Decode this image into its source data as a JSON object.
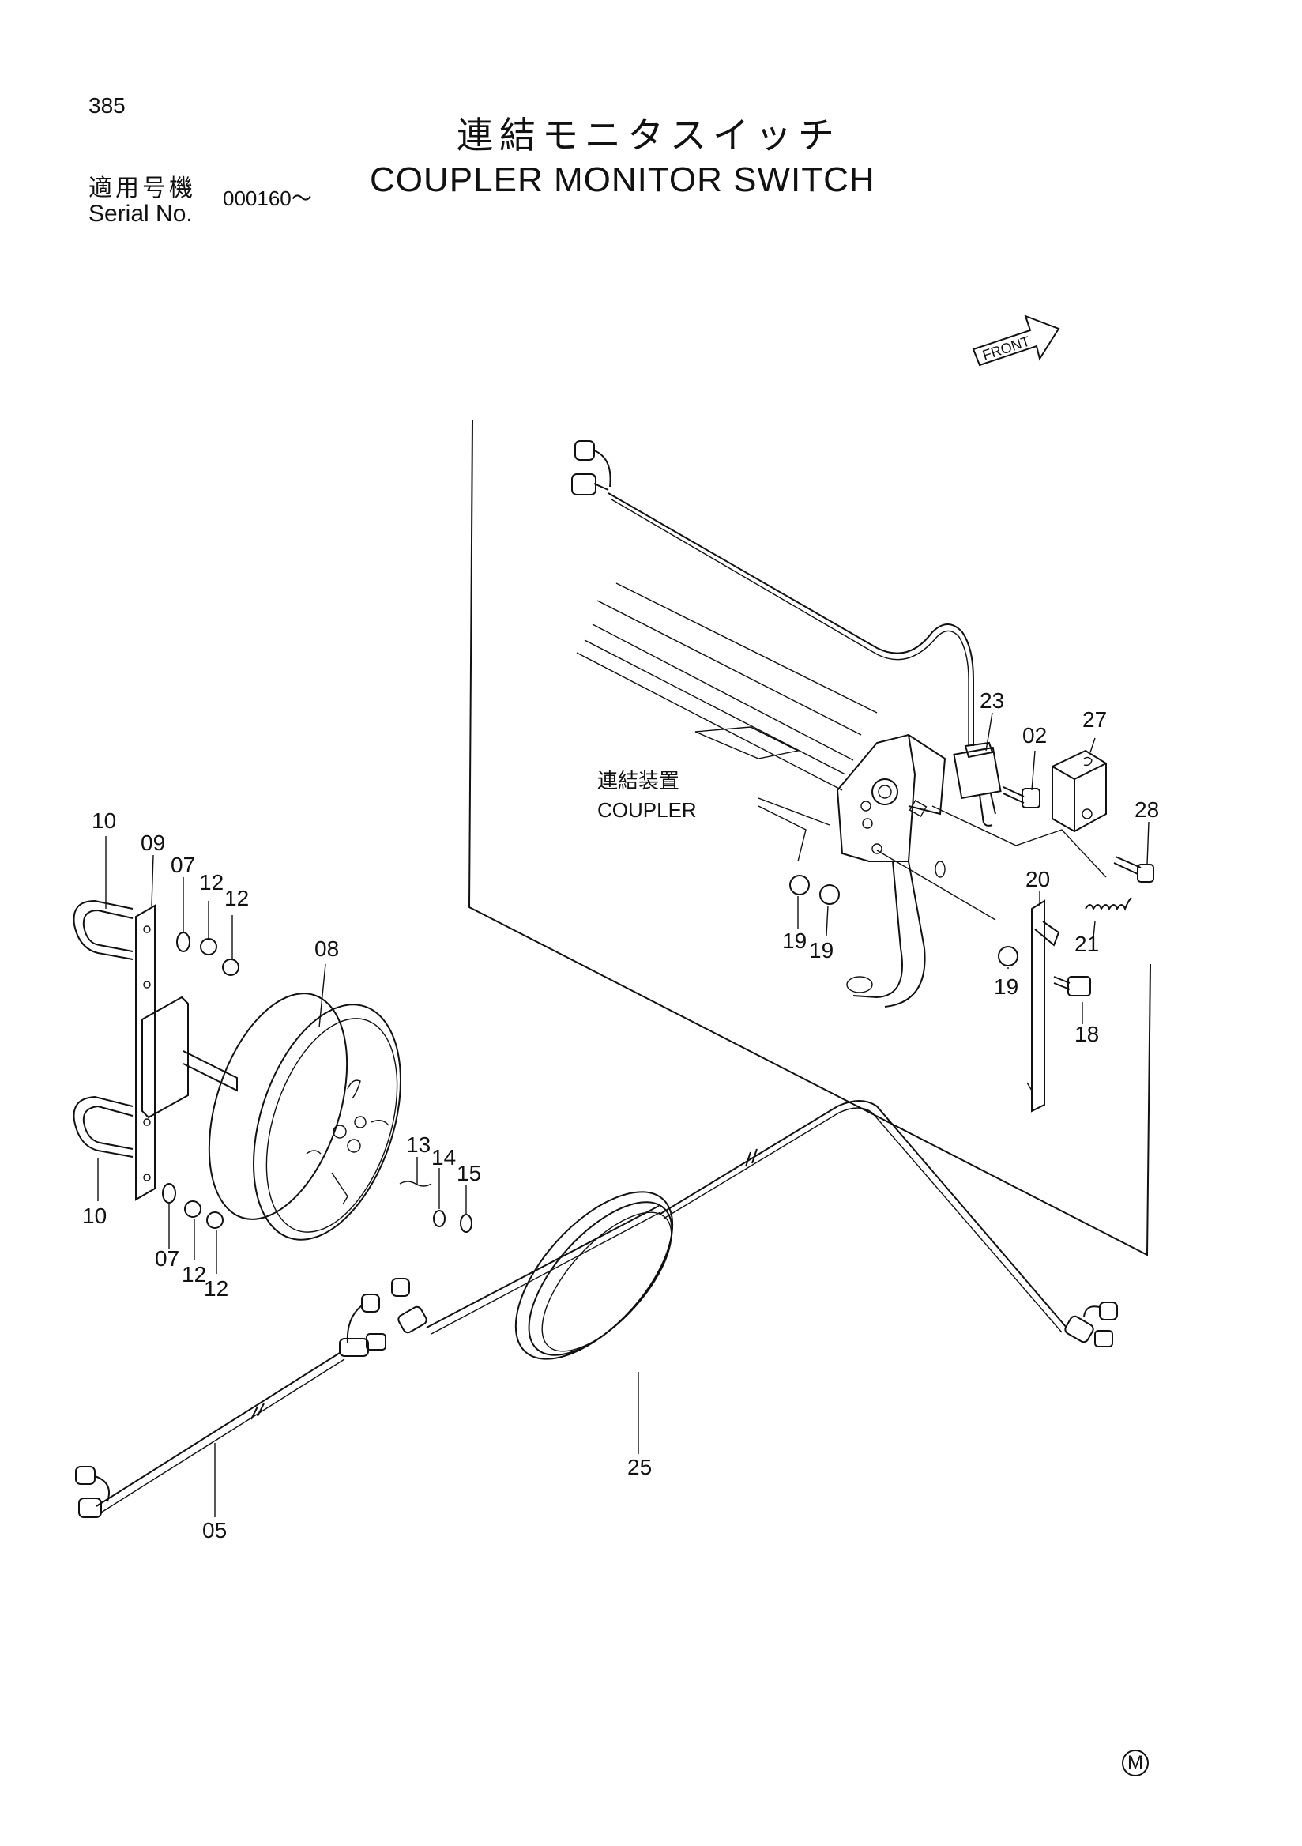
{
  "page_number": "385",
  "title_jp": "連結モニタスイッチ",
  "title_en": "COUPLER MONITOR SWITCH",
  "serial": {
    "label_jp": "適用号機",
    "label_en": "Serial No.",
    "value": "000160～"
  },
  "coupler_label": {
    "jp": "連結装置",
    "en": "COUPLER"
  },
  "front_label": "FRONT",
  "corner_mark": "M",
  "parts": [
    {
      "id": "p02",
      "num": "02"
    },
    {
      "id": "p05",
      "num": "05"
    },
    {
      "id": "p07a",
      "num": "07"
    },
    {
      "id": "p07b",
      "num": "07"
    },
    {
      "id": "p08",
      "num": "08"
    },
    {
      "id": "p09",
      "num": "09"
    },
    {
      "id": "p10a",
      "num": "10"
    },
    {
      "id": "p10b",
      "num": "10"
    },
    {
      "id": "p12a",
      "num": "12"
    },
    {
      "id": "p12b",
      "num": "12"
    },
    {
      "id": "p12c",
      "num": "12"
    },
    {
      "id": "p12d",
      "num": "12"
    },
    {
      "id": "p13",
      "num": "13"
    },
    {
      "id": "p14",
      "num": "14"
    },
    {
      "id": "p15",
      "num": "15"
    },
    {
      "id": "p18",
      "num": "18"
    },
    {
      "id": "p19a",
      "num": "19"
    },
    {
      "id": "p19b",
      "num": "19"
    },
    {
      "id": "p19c",
      "num": "19"
    },
    {
      "id": "p20",
      "num": "20"
    },
    {
      "id": "p21",
      "num": "21"
    },
    {
      "id": "p23",
      "num": "23"
    },
    {
      "id": "p25",
      "num": "25"
    },
    {
      "id": "p27",
      "num": "27"
    },
    {
      "id": "p28",
      "num": "28"
    }
  ]
}
